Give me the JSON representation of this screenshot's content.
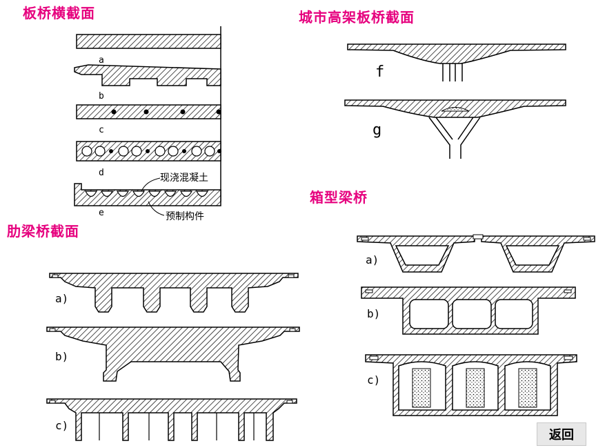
{
  "headings": {
    "slab_bridge": "板桥横截面",
    "urban_viaduct": "城市高架板桥截面",
    "box_girder": "箱型梁桥",
    "ribbed_beam": "肋梁桥截面"
  },
  "colors": {
    "heading": "#e6007e",
    "line": "#000000",
    "hatch": "#000000"
  },
  "slab_bridge": {
    "labels": [
      "a",
      "b",
      "c",
      "d",
      "e"
    ],
    "callouts": {
      "cast_in_place": "现浇混凝土",
      "precast": "预制构件"
    }
  },
  "urban_viaduct": {
    "labels": [
      "f",
      "g"
    ]
  },
  "ribbed_beam": {
    "labels": [
      "a)",
      "b)",
      "c)"
    ]
  },
  "box_girder": {
    "labels": [
      "a)",
      "b)",
      "c)"
    ]
  },
  "nav": {
    "return_label": "返回"
  }
}
